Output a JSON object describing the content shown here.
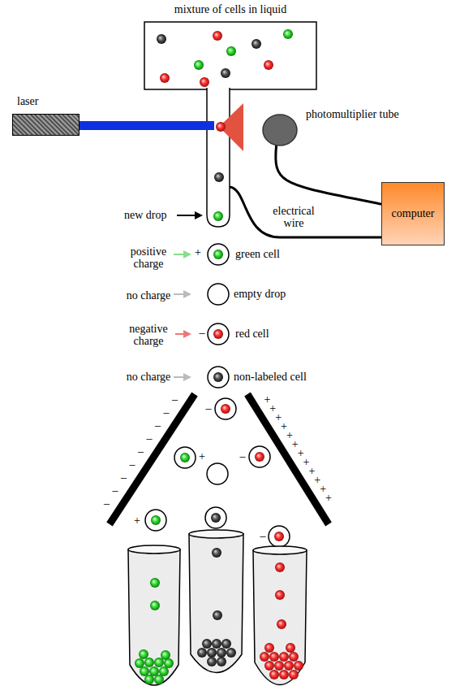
{
  "diagram": {
    "nodes": [
      {
        "text": [
          "mixture of cells in liquid"
        ]
      },
      {
        "text": [
          "laser"
        ]
      },
      {
        "text": [
          "photomultiplier tube"
        ]
      },
      {
        "text": [
          "computer"
        ]
      }
    ],
    "edges": [
      {
        "from": 2,
        "to": 3,
        "arrow": "none"
      }
    ],
    "labels": [
      "electrical wire",
      "new drop",
      "positive charge",
      "+",
      "green cell",
      "no charge",
      "empty drop",
      "negative charge",
      "–",
      "red cell",
      "no charge",
      "non-labeled cell",
      "–",
      "–",
      "–",
      "–",
      "–",
      "–",
      "–",
      "–",
      "–",
      "+",
      "+",
      "+",
      "+",
      "+",
      "+",
      "+",
      "+",
      "+",
      "+",
      "+",
      "+",
      "–",
      "+",
      "–",
      "+",
      "–"
    ]
  }
}
